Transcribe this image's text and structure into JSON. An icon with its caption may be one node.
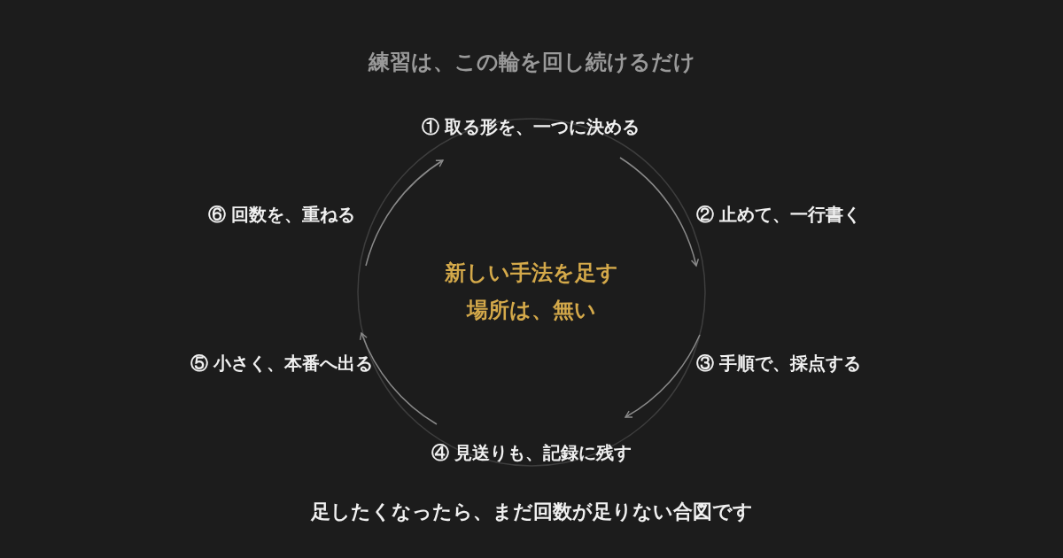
{
  "diagram": {
    "title": "練習は、この輪を回し続けるだけ",
    "nodes": [
      {
        "text": [
          "① 取る形を、一つに決める"
        ]
      },
      {
        "text": [
          "② 止めて、一行書く"
        ]
      },
      {
        "text": [
          "③ 手順で、採点する"
        ]
      },
      {
        "text": [
          "④ 見送りも、記録に残す"
        ]
      },
      {
        "text": [
          "⑤ 小さく、本番へ出る"
        ]
      },
      {
        "text": [
          "⑥ 回数を、重ねる"
        ]
      },
      {
        "text": [
          "新しい手法を足す場所は、無い"
        ]
      }
    ],
    "edges": [
      {
        "from": 0,
        "to": 1,
        "arrow": "to"
      },
      {
        "from": 2,
        "to": 3,
        "arrow": "to"
      },
      {
        "from": 3,
        "to": 4,
        "arrow": "to"
      },
      {
        "from": 5,
        "to": 0,
        "arrow": "to"
      }
    ],
    "caption": "足したくなったら、まだ回数が足りない合図です"
  }
}
